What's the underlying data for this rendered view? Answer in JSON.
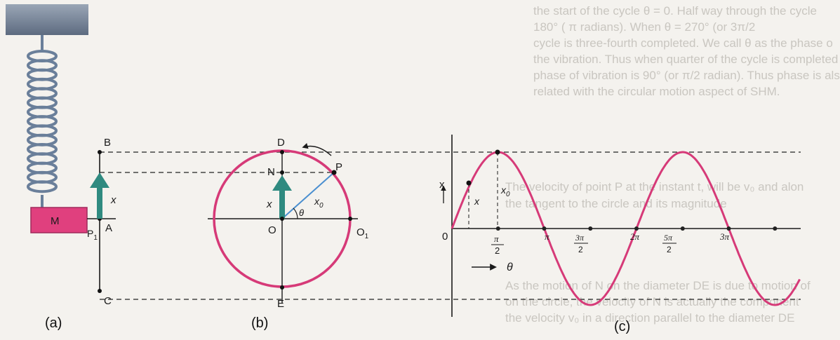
{
  "background_text": {
    "lines": [
      "the start of the cycle θ = 0. Half way through the cycle",
      "180° ( π radians). When θ = 270° (or 3π/2",
      "cycle is three-fourth completed. We call θ as the phase o",
      "the vibration. Thus when quarter of the cycle is completed",
      "phase of vibration is 90° (or π/2 radian). Thus phase is als",
      "related with the circular motion aspect of SHM.",
      "",
      "The velocity of point P at the instant t, will be v₀ and alon",
      "the tangent to the circle and its magnitude",
      "",
      "As the motion of N on the diameter DE is due to motion of",
      "on the circle, the velocity of N is actually the component",
      "the velocity v₀ in a direction parallel to the diameter DE"
    ]
  },
  "panel_a": {
    "caption": "(a)",
    "mass_label": "M",
    "point_p1": "P",
    "point_p1_sub": "1",
    "point_a": "A",
    "point_b": "B",
    "point_c": "C",
    "displacement": "x"
  },
  "panel_b": {
    "caption": "(b)",
    "point_d": "D",
    "point_n": "N",
    "point_p": "P",
    "point_o": "O",
    "point_o1": "O",
    "point_o1_sub": "1",
    "point_e": "E",
    "displacement": "x",
    "radius_label": "x",
    "radius_sub": "0",
    "angle": "θ"
  },
  "panel_c": {
    "caption": "(c)",
    "y_axis_label": "x",
    "origin": "0",
    "x_at_angle": "x",
    "amplitude_label": "x",
    "amplitude_sub": "0",
    "theta_axis_label": "θ",
    "ticks": {
      "pi_half_num": "π",
      "pi_half_den": "2",
      "pi": "π",
      "three_pi_half_num": "3π",
      "three_pi_half_den": "2",
      "two_pi": "2π",
      "five_pi_half_num": "5π",
      "five_pi_half_den": "2",
      "three_pi": "3π"
    }
  },
  "colors": {
    "circle": "#d63a78",
    "wave": "#d63a78",
    "arrow_fill": "#2f8a80",
    "mass_fill": "#e0407e",
    "spring": "#6a7f9a",
    "radius_line": "#4a8fd0",
    "ink": "#1a1a1a"
  }
}
